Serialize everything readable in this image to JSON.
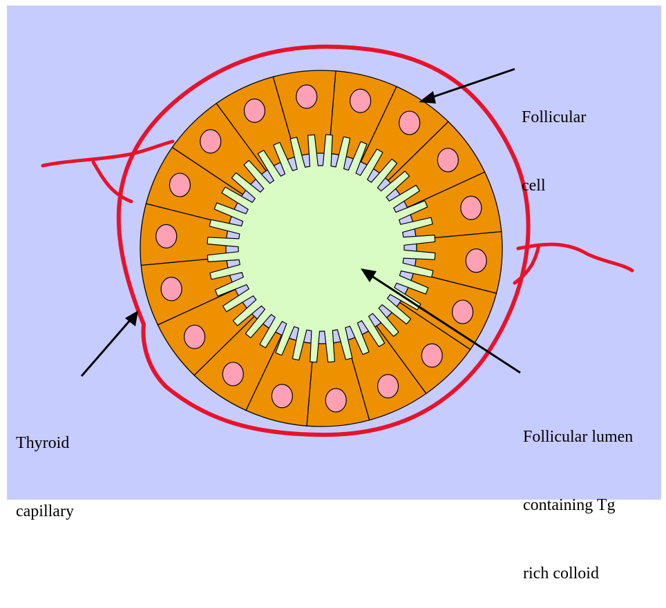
{
  "colors": {
    "background": "#c7ccff",
    "capillary": "#e8122b",
    "cell": "#ee9100",
    "nucleus": "#ffa0b4",
    "colloid": "#d9fcc3",
    "outline": "#000000"
  },
  "follicle": {
    "cell_count": 18,
    "villi_count": 40
  },
  "labels": {
    "follicular_cell": [
      "Follicular",
      "cell"
    ],
    "follicular_lumen": [
      "Follicular lumen",
      "containing Tg",
      "rich colloid"
    ],
    "thyroid_capillary": [
      "Thyroid",
      "capillary"
    ]
  }
}
